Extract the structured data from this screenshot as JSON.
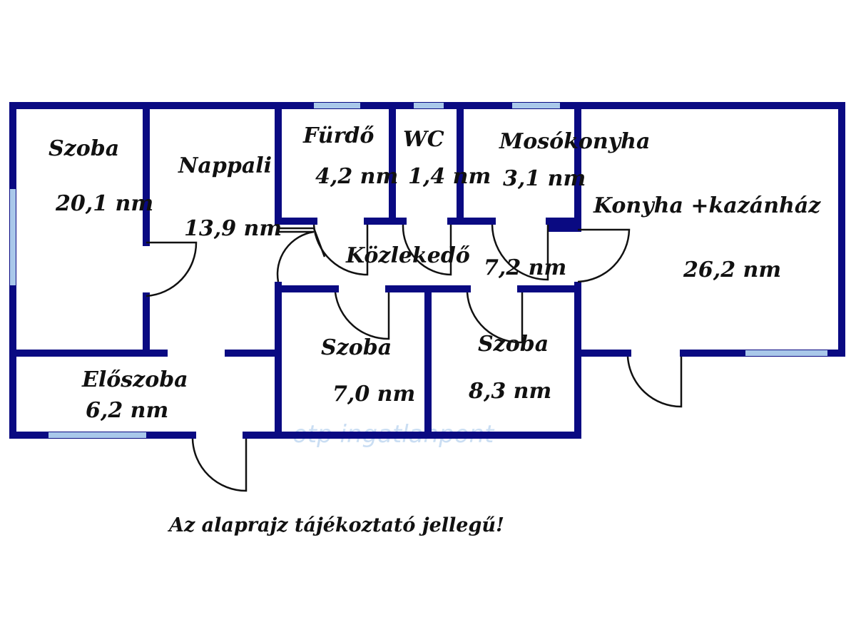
{
  "colors": {
    "wall": "#0a0a82",
    "window": "#a9c8ea"
  },
  "rooms": [
    {
      "name": "Szoba",
      "area": "20,1 nm"
    },
    {
      "name": "Nappali",
      "area": "13,9 nm"
    },
    {
      "name": "Fürdő",
      "area": "4,2 nm"
    },
    {
      "name": "WC",
      "area": "1,4 nm"
    },
    {
      "name": "Mosókonyha",
      "area": "3,1 nm"
    },
    {
      "name": "Konyha +kazánház",
      "area": "26,2 nm"
    },
    {
      "name": "Közlekedő",
      "area": "7,2 nm"
    },
    {
      "name": "Szoba",
      "area": "7,0 nm"
    },
    {
      "name": "Szoba",
      "area": "8,3 nm"
    },
    {
      "name": "Előszoba",
      "area": "6,2 nm"
    }
  ],
  "note": "Az alaprajz tájékoztató jellegű!",
  "watermark": "otp ingatlanpont"
}
